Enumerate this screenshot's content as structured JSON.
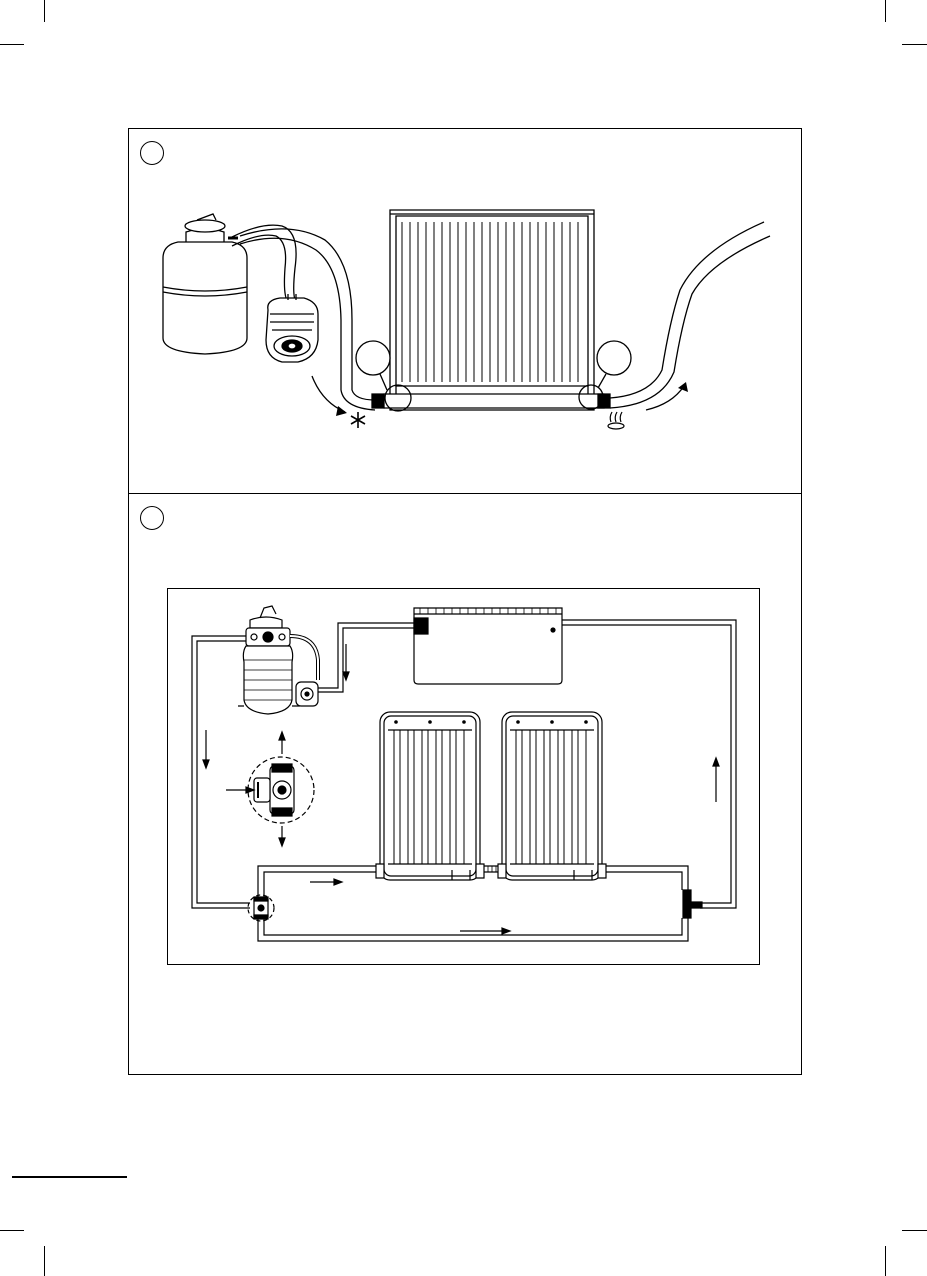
{
  "page": {
    "background": "#ffffff",
    "line_color": "#000000"
  },
  "steps": [
    {
      "id": "step-1",
      "label": ""
    },
    {
      "id": "step-2",
      "label": ""
    }
  ],
  "panel_1": {
    "components": [
      "sand-filter-tank",
      "filter-pump",
      "solar-heater-panel",
      "inlet-connector",
      "outlet-connector",
      "return-hose"
    ],
    "icons": [
      "snowflake-icon",
      "heat-icon"
    ]
  },
  "panel_2": {
    "components": [
      "filter-pump",
      "pool",
      "solar-panel-left",
      "solar-panel-right",
      "bypass-valve",
      "t-connector",
      "valve-detail"
    ],
    "flow_arrows": 7
  }
}
